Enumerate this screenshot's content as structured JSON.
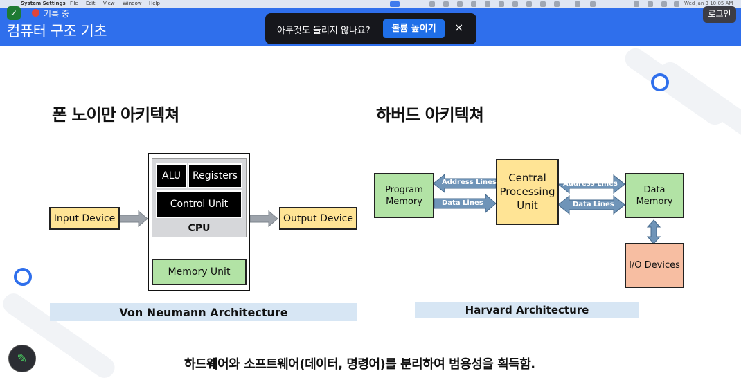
{
  "menubar": {
    "app_name": "System Settings",
    "menus": [
      "File",
      "Edit",
      "View",
      "Window",
      "Help"
    ],
    "clock": "Wed Jan 3 10:05 AM"
  },
  "header": {
    "title": "컴퓨터 구조 기초",
    "recording_label": "기록 중",
    "login_label": "로그인",
    "accent_color": "#2f6fec"
  },
  "toast": {
    "message": "아무것도 들리지 않나요?",
    "button_label": "볼륨 높이기",
    "close_glyph": "×"
  },
  "von_neumann": {
    "title": "폰 노이만 아키텍쳐",
    "input_device": "Input Device",
    "output_device": "Output Device",
    "alu": "ALU",
    "registers": "Registers",
    "control_unit": "Control Unit",
    "cpu_label": "CPU",
    "memory_unit": "Memory Unit",
    "caption": "Von Neumann Architecture"
  },
  "harvard": {
    "title": "하버드 아키텍쳐",
    "program_memory": "Program Memory",
    "cpu": "Central Processing Unit",
    "data_memory": "Data Memory",
    "io_devices": "I/O Devices",
    "address_lines_left": "Address Lines",
    "data_lines_left": "Data Lines",
    "address_lines_right": "Address Lines",
    "data_lines_right": "Data Lines",
    "caption": "Harvard Architecture"
  },
  "footer": {
    "text": "하드웨어와 소프트웨어(데이터, 명령어)를 분리하여 범용성을 획득함."
  },
  "tools": {
    "pen_icon": "pencil-icon"
  }
}
